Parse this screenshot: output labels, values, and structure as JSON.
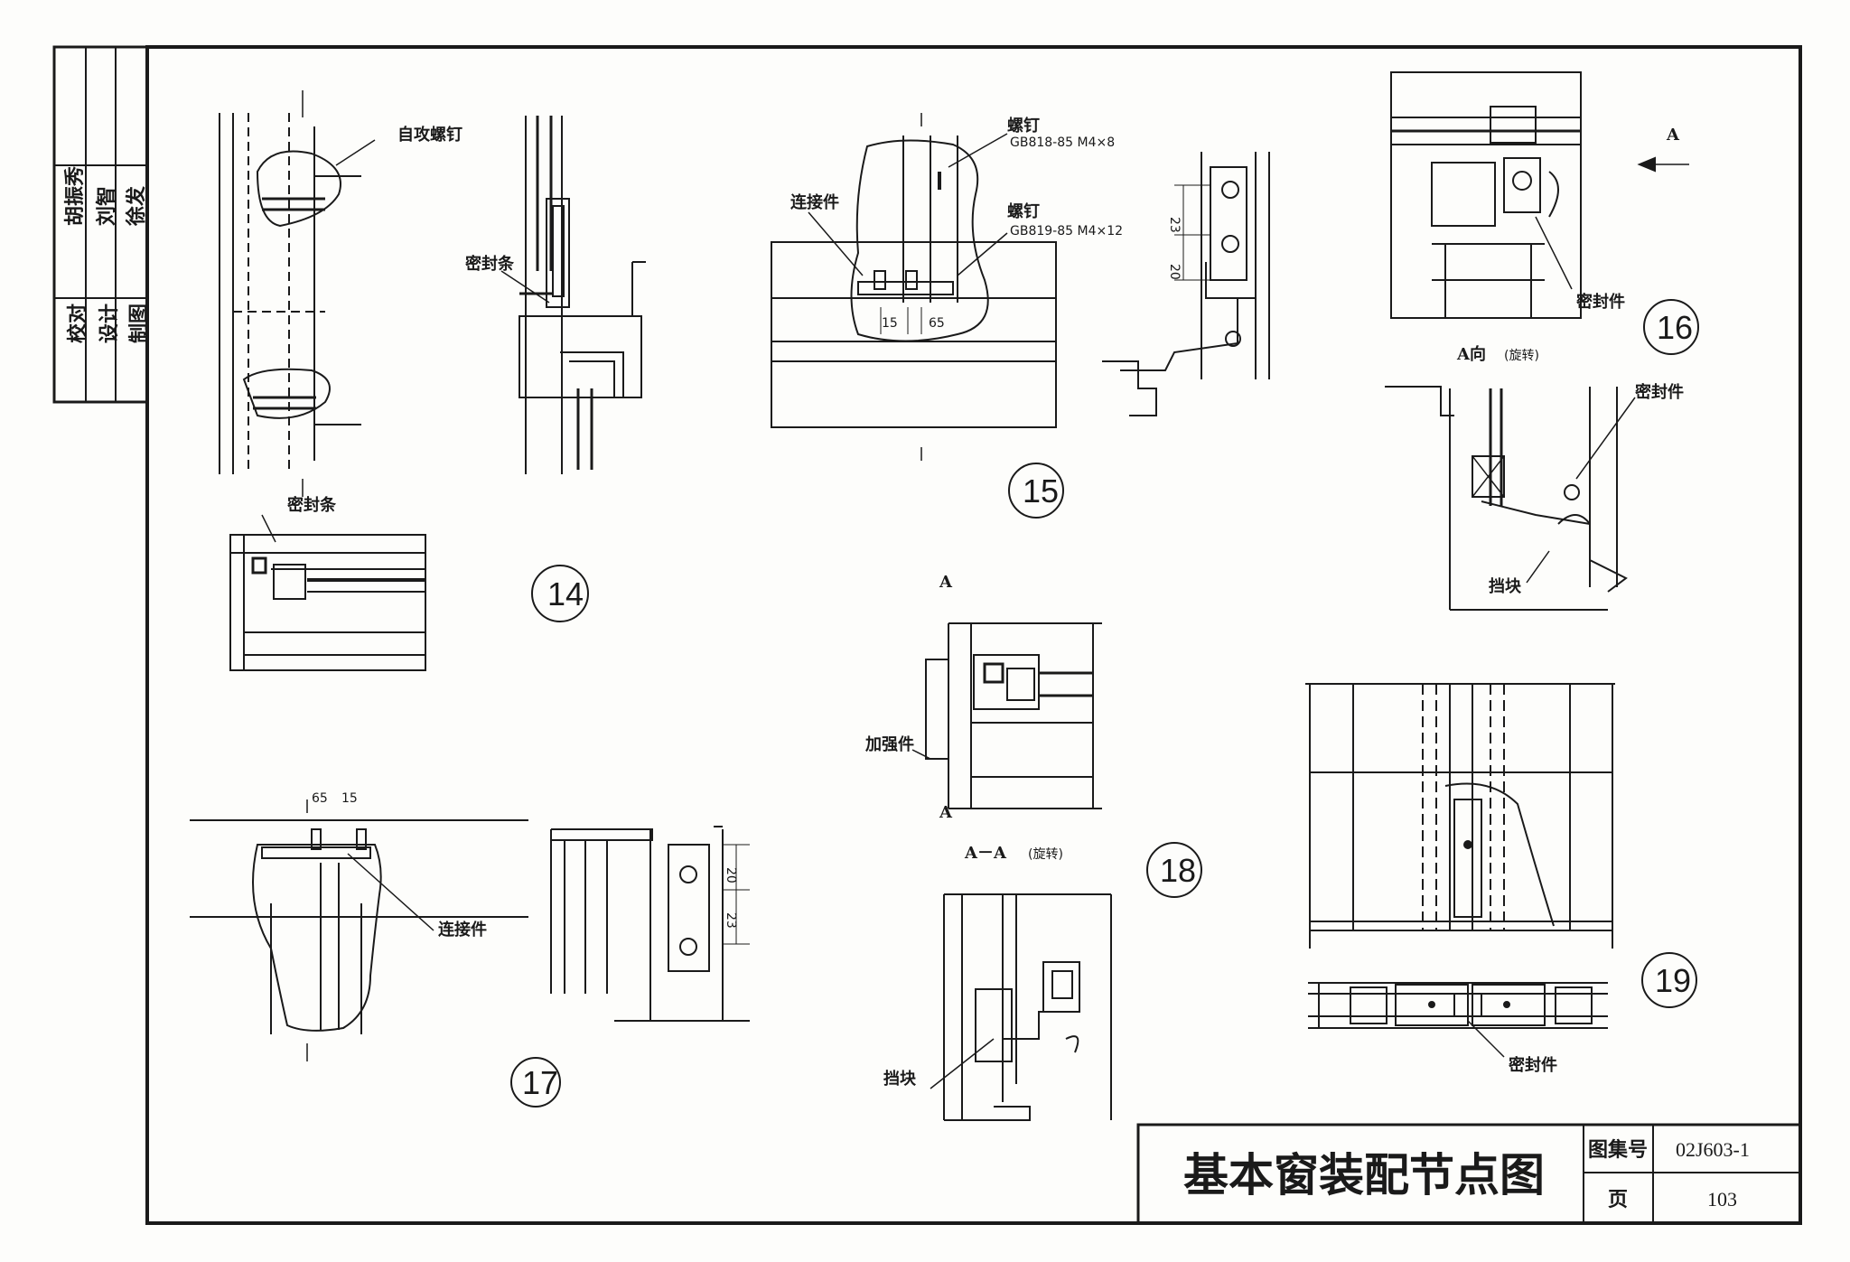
{
  "side_block": {
    "roles": [
      "校对",
      "设计",
      "制图"
    ],
    "signatures": [
      "胡振秀",
      "刘智",
      "徐发"
    ]
  },
  "details": {
    "d14": {
      "number": "14",
      "labels": {
        "self_tapping_screw": "自攻螺钉",
        "seal_strip_1": "密封条",
        "seal_strip_2": "密封条"
      }
    },
    "d15": {
      "number": "15",
      "labels": {
        "screw_1": "螺钉",
        "screw_1_spec": "GB818-85 M4×8",
        "screw_2": "螺钉",
        "screw_2_spec": "GB819-85 M4×12",
        "connector": "连接件",
        "dim_15": "15",
        "dim_65": "65",
        "dim_23": "23",
        "dim_20": "20"
      }
    },
    "d16": {
      "number": "16",
      "labels": {
        "view_arrow": "A",
        "seal_1": "密封件",
        "view_title": "A向",
        "view_note": "(旋转)",
        "seal_2": "密封件",
        "stop_block": "挡块"
      }
    },
    "d17": {
      "number": "17",
      "labels": {
        "dim_65": "65",
        "dim_15": "15",
        "connector": "连接件",
        "dim_20": "20",
        "dim_23": "23"
      }
    },
    "d18": {
      "number": "18",
      "labels": {
        "section_top": "A",
        "section_bottom": "A",
        "reinforcement": "加强件",
        "section_title": "A－A",
        "section_note": "(旋转)",
        "stop_block": "挡块"
      }
    },
    "d19": {
      "number": "19",
      "labels": {
        "seal": "密封件"
      }
    }
  },
  "title_block": {
    "title": "基本窗装配节点图",
    "atlas_label": "图集号",
    "atlas_value": "02J603-1",
    "page_label": "页",
    "page_value": "103"
  },
  "colors": {
    "ink": "#1a1a1a",
    "paper": "#fdfdfb"
  }
}
